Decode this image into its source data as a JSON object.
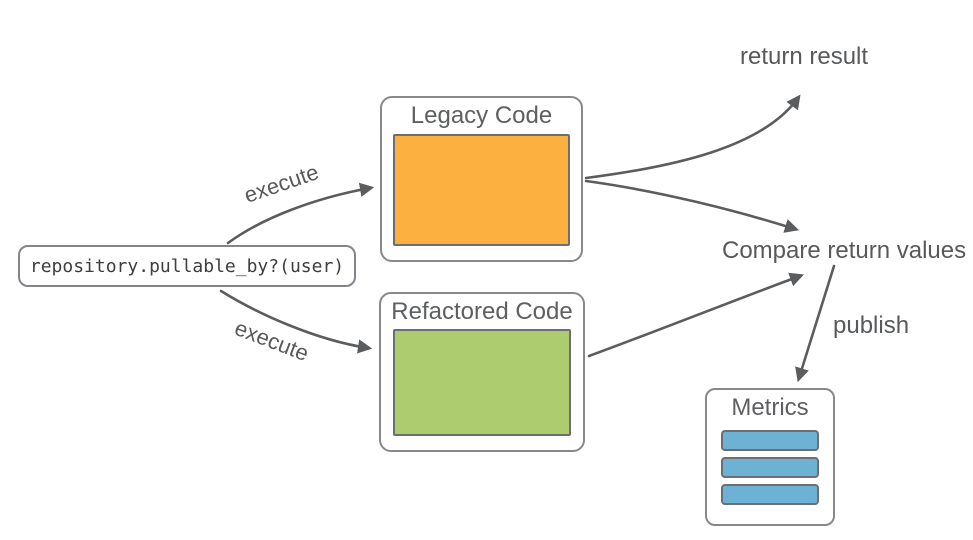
{
  "diagram": {
    "code_box": {
      "text": "repository.pullable_by?(user)"
    },
    "boxes": {
      "legacy": {
        "title": "Legacy Code",
        "fill": "#FBB040"
      },
      "refactored": {
        "title": "Refactored Code",
        "fill": "#ADCC6F"
      },
      "metrics": {
        "title": "Metrics",
        "bar_fill": "#6DB2D5",
        "bar_count": 3
      }
    },
    "arrow_labels": {
      "execute_top": "execute",
      "execute_bottom": "execute",
      "publish": "publish"
    },
    "annotations": {
      "return_result": "return result",
      "compare": "Compare return values"
    },
    "colors": {
      "arrow": "#5B5C5E",
      "box_border": "#87888A",
      "inner_border": "#6D6E71",
      "text": "#58595B",
      "code_text": "#3E3E40",
      "background": "#FFFFFF"
    }
  }
}
